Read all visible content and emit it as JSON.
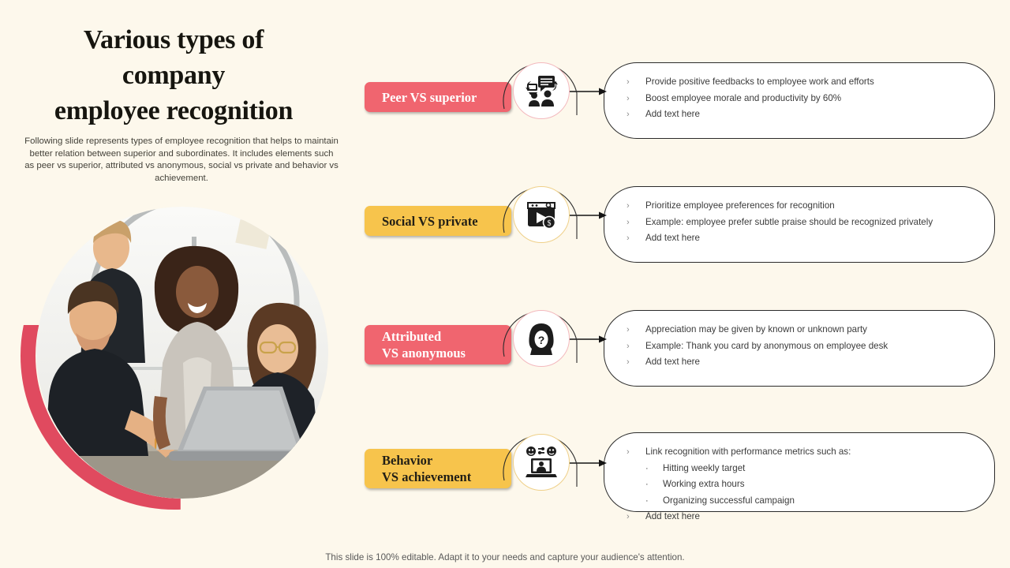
{
  "colors": {
    "background": "#FDF8EC",
    "red": "#F0656F",
    "amber": "#F7C44C",
    "arc_red": "#E04A5F",
    "box_border": "#2B2B2B",
    "title": "#16150F"
  },
  "title": "Various types of company\nemployee recognition",
  "title_lines": [
    "Various types of",
    "company",
    "employee recognition"
  ],
  "description": "Following slide represents types of employee recognition that helps to maintain better relation between superior and subordinates. It includes elements such as peer vs superior, attributed vs anonymous, social vs private and behavior vs achievement.",
  "photo": {
    "alt": "team of four colleagues looking at a laptop"
  },
  "rows": [
    {
      "label": "Peer VS superior",
      "label_lines": [
        "Peer VS superior"
      ],
      "color": "red",
      "icon": "meeting-presentation-icon",
      "bullets": [
        {
          "text": "Provide  positive feedbacks to employee work and efforts",
          "level": 1
        },
        {
          "text": "Boost employee  morale  and  productivity by 60%",
          "level": 1
        },
        {
          "text": "Add text here",
          "level": 1
        }
      ]
    },
    {
      "label": "Social VS private",
      "label_lines": [
        "Social VS private"
      ],
      "color": "amber",
      "icon": "media-player-dollar-icon",
      "bullets": [
        {
          "text": "Prioritize employee  preferences  for recognition",
          "level": 1
        },
        {
          "text": "Example: employee prefer subtle praise should be recognized  privately",
          "level": 1
        },
        {
          "text": "Add text here",
          "level": 1
        }
      ]
    },
    {
      "label": "Attributed VS anonymous",
      "label_lines": [
        "Attributed",
        "VS anonymous"
      ],
      "color": "red",
      "icon": "anonymous-hooded-person-icon",
      "bullets": [
        {
          "text": "Appreciation may be given  by known or unknown  party",
          "level": 1
        },
        {
          "text": "Example: Thank you card by anonymous on employee desk",
          "level": 1
        },
        {
          "text": "Add text here",
          "level": 1
        }
      ]
    },
    {
      "label": "Behavior VS achievement",
      "label_lines": [
        "Behavior",
        "VS achievement"
      ],
      "color": "amber",
      "icon": "laptop-feedback-icon",
      "bullets": [
        {
          "text": "Link recognition with  performance  metrics such as:",
          "level": 1
        },
        {
          "text": "Hitting weekly target",
          "level": 2
        },
        {
          "text": "Working extra  hours",
          "level": 2
        },
        {
          "text": "Organizing  successful campaign",
          "level": 2
        },
        {
          "text": "Add text here",
          "level": 1
        }
      ]
    }
  ],
  "bullet_glyphs": {
    "level1": "›",
    "level2": "·"
  },
  "footer": "This slide is 100% editable. Adapt it to your needs and capture your audience's attention."
}
